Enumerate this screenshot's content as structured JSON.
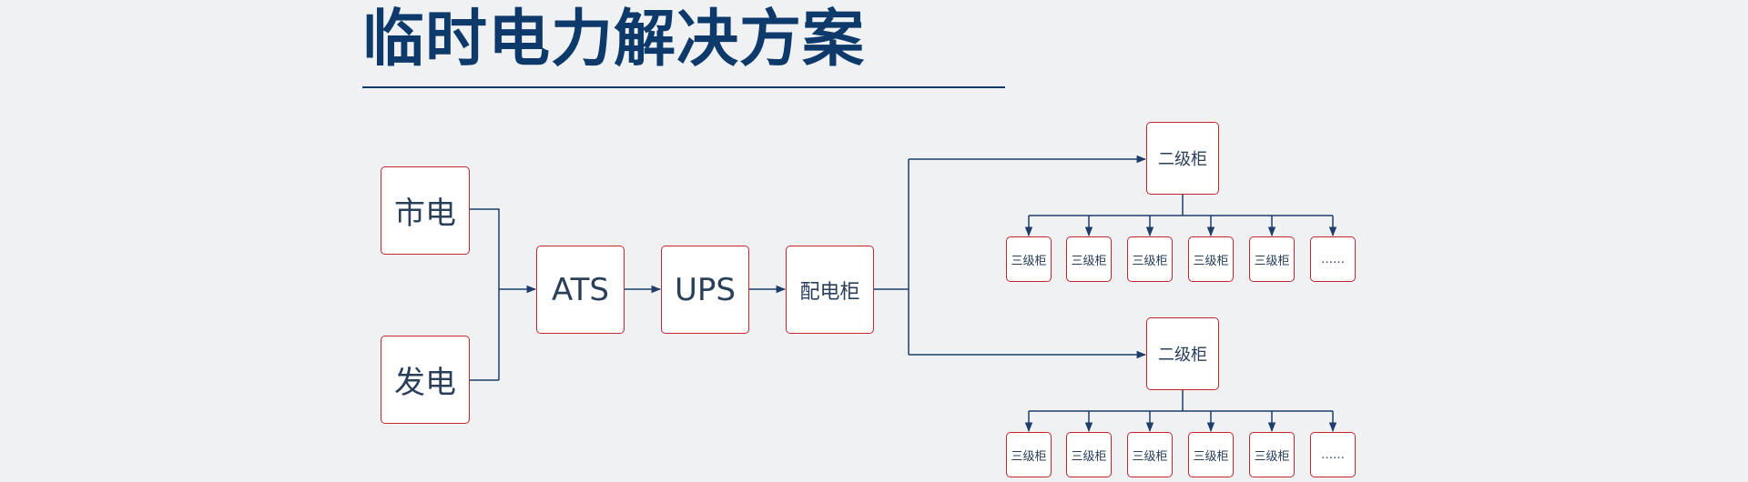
{
  "title": "临时电力解决方案",
  "colors": {
    "title": "#0d3a6b",
    "line": "#1e3d6a",
    "box_border": "#c4252e"
  },
  "sources": {
    "grid": "市电",
    "generator": "发电"
  },
  "chain": {
    "ats": "ATS",
    "ups": "UPS",
    "distribution": "配电柜"
  },
  "secondary": [
    {
      "label": "二级柜",
      "tertiary": [
        "三级柜",
        "三级柜",
        "三级柜",
        "三级柜",
        "三级柜",
        "……"
      ]
    },
    {
      "label": "二级柜",
      "tertiary": [
        "三级柜",
        "三级柜",
        "三级柜",
        "三级柜",
        "三级柜",
        "……"
      ]
    }
  ]
}
